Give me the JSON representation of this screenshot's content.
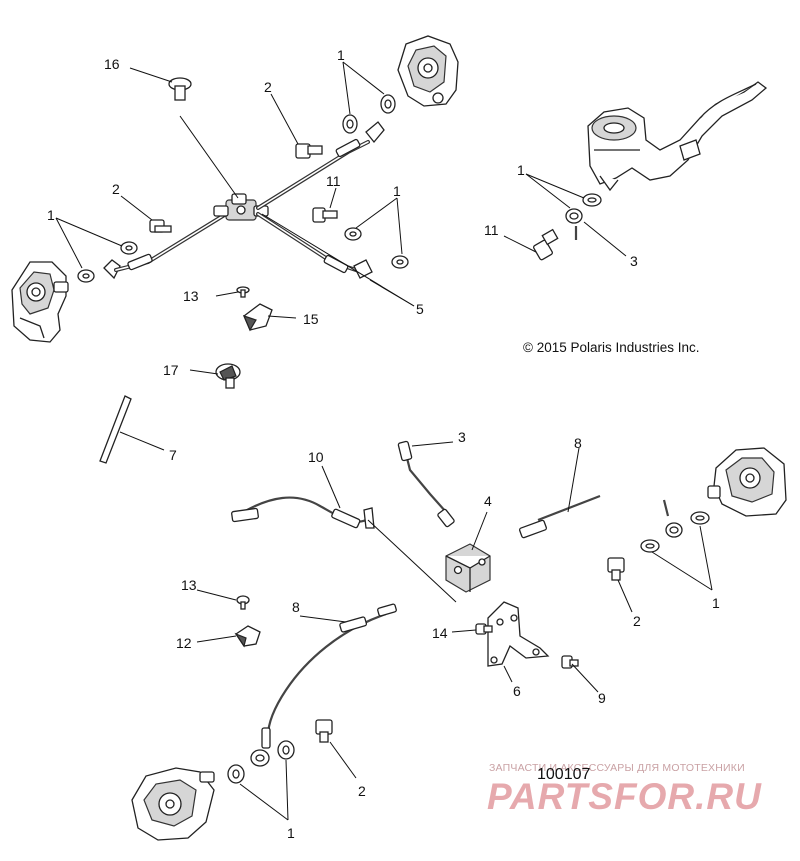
{
  "diagram": {
    "copyright": "© 2015 Polaris Industries Inc.",
    "document_number": "100107",
    "watermark": {
      "tagline": "ЗАПЧАСТИ И АКСЕССУАРЫ ДЛЯ МОТОТЕХНИКИ",
      "brand": "PARTSFOR.RU"
    },
    "callouts": [
      "16",
      "2",
      "1",
      "2",
      "11",
      "1",
      "1",
      "13",
      "15",
      "5",
      "1",
      "11",
      "3",
      "17",
      "7",
      "3",
      "10",
      "8",
      "4",
      "13",
      "12",
      "8",
      "14",
      "6",
      "9",
      "2",
      "1",
      "2",
      "1"
    ]
  }
}
